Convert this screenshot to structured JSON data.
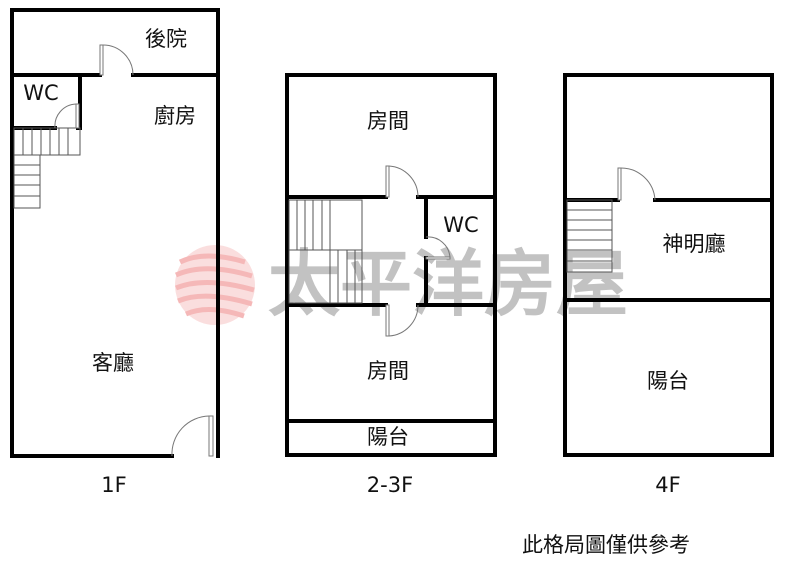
{
  "floors": [
    {
      "label": "1F",
      "rooms": [
        "後院",
        "WC",
        "廚房",
        "客廳"
      ]
    },
    {
      "label": "2-3F",
      "rooms": [
        "房間",
        "WC",
        "房間",
        "陽台"
      ]
    },
    {
      "label": "4F",
      "rooms": [
        "神明廳",
        "陽台"
      ]
    }
  ],
  "note": "此格局圖僅供參考",
  "watermark": {
    "text": "太平洋房屋",
    "logo_color": "#f08080",
    "text_color": "#b8b8b8"
  }
}
